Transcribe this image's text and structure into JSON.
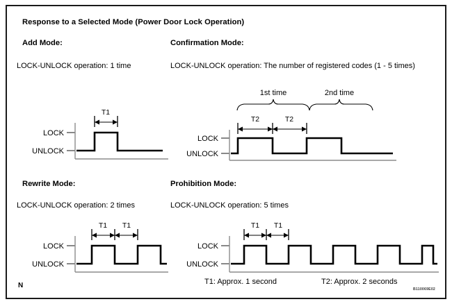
{
  "document": {
    "title": "Response to a Selected Mode (Power Door Lock Operation)",
    "corner_mark": "N",
    "doc_code": "B110069E02"
  },
  "axis": {
    "lock_label": "LOCK",
    "unlock_label": "UNLOCK"
  },
  "legend": {
    "t1": "T1: Approx. 1 second",
    "t2": "T2: Approx. 2 seconds"
  },
  "modes": [
    {
      "id": "add-mode",
      "heading": "Add Mode:",
      "description": "LOCK-UNLOCK operation: 1 time",
      "pulses": 1,
      "dim_labels": [
        "T1"
      ],
      "braces": []
    },
    {
      "id": "confirmation-mode",
      "heading": "Confirmation Mode:",
      "description": "LOCK-UNLOCK operation: The number of registered codes (1 - 5 times)",
      "pulses": 2,
      "dim_labels": [
        "T2",
        "T2"
      ],
      "braces": [
        "1st time",
        "2nd time"
      ]
    },
    {
      "id": "rewrite-mode",
      "heading": "Rewrite Mode:",
      "description": "LOCK-UNLOCK operation: 2 times",
      "pulses": 2,
      "dim_labels": [
        "T1",
        "T1"
      ],
      "braces": []
    },
    {
      "id": "prohibition-mode",
      "heading": "Prohibition Mode:",
      "description": "LOCK-UNLOCK operation: 5 times",
      "pulses": 5,
      "dim_labels": [
        "T1",
        "T1"
      ],
      "braces": []
    }
  ],
  "chart_data": {
    "type": "line",
    "title": "Response to a Selected Mode (Power Door Lock Operation)",
    "xlabel": "",
    "ylabel": "",
    "signal_levels": [
      "UNLOCK",
      "LOCK"
    ],
    "timing": {
      "T1_seconds": 1,
      "T2_seconds": 2
    },
    "series": [
      {
        "name": "Add Mode",
        "pulse_count": 1,
        "pulse_width_label": "T1",
        "waveform": [
          {
            "t": 0,
            "level": "UNLOCK"
          },
          {
            "t": 1,
            "level": "LOCK"
          },
          {
            "t": 2,
            "level": "UNLOCK"
          },
          {
            "t": 5,
            "level": "UNLOCK"
          }
        ]
      },
      {
        "name": "Confirmation Mode",
        "pulse_count": 2,
        "pulse_width_label": "T2",
        "annotations": [
          "1st time",
          "2nd time"
        ],
        "waveform": [
          {
            "t": 0,
            "level": "UNLOCK"
          },
          {
            "t": 1,
            "level": "LOCK"
          },
          {
            "t": 3,
            "level": "UNLOCK"
          },
          {
            "t": 5,
            "level": "LOCK"
          },
          {
            "t": 7,
            "level": "UNLOCK"
          },
          {
            "t": 10,
            "level": "UNLOCK"
          }
        ]
      },
      {
        "name": "Rewrite Mode",
        "pulse_count": 2,
        "pulse_width_label": "T1",
        "waveform": [
          {
            "t": 0,
            "level": "UNLOCK"
          },
          {
            "t": 1,
            "level": "LOCK"
          },
          {
            "t": 2,
            "level": "UNLOCK"
          },
          {
            "t": 3,
            "level": "LOCK"
          },
          {
            "t": 4,
            "level": "UNLOCK"
          },
          {
            "t": 6,
            "level": "UNLOCK"
          }
        ]
      },
      {
        "name": "Prohibition Mode",
        "pulse_count": 5,
        "pulse_width_label": "T1",
        "waveform": [
          {
            "t": 0,
            "level": "UNLOCK"
          },
          {
            "t": 1,
            "level": "LOCK"
          },
          {
            "t": 2,
            "level": "UNLOCK"
          },
          {
            "t": 3,
            "level": "LOCK"
          },
          {
            "t": 4,
            "level": "UNLOCK"
          },
          {
            "t": 5,
            "level": "LOCK"
          },
          {
            "t": 6,
            "level": "UNLOCK"
          },
          {
            "t": 7,
            "level": "LOCK"
          },
          {
            "t": 8,
            "level": "UNLOCK"
          },
          {
            "t": 9,
            "level": "LOCK"
          },
          {
            "t": 10,
            "level": "UNLOCK"
          },
          {
            "t": 12,
            "level": "UNLOCK"
          }
        ]
      }
    ]
  }
}
